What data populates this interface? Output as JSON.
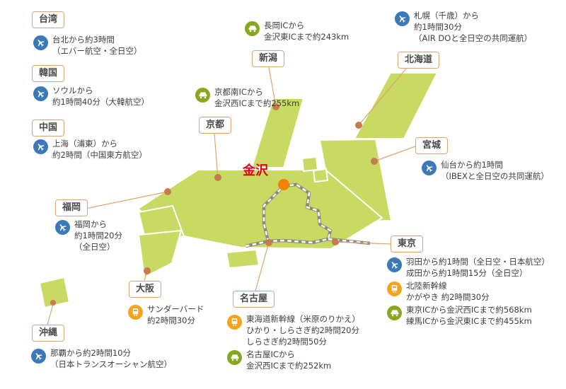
{
  "colors": {
    "land": "#c9da63",
    "box_border": "#dba56f",
    "connector": "#dba56f",
    "city_dot": "#c67c4e",
    "kanazawa_dot": "#f08300",
    "kanazawa_text": "#e50020",
    "plane_badge": "#3c79b8",
    "train_badge": "#f6a41c",
    "car_badge": "#86a71e",
    "text": "#3f3f3f"
  },
  "cities": {
    "taiwan": "台湾",
    "korea": "韓国",
    "china": "中国",
    "niigata": "新潟",
    "hokkaido": "北海道",
    "kyoto": "京都",
    "miyagi": "宮城",
    "fukuoka": "福岡",
    "tokyo": "東京",
    "osaka": "大阪",
    "nagoya": "名古屋",
    "okinawa": "沖縄",
    "kanazawa": "金沢"
  },
  "routes": {
    "taipei_air": {
      "icon": "plane-icon",
      "lines": [
        "台北から約3時間",
        "（エバー航空・全日空）"
      ]
    },
    "seoul_air": {
      "icon": "plane-icon",
      "lines": [
        "ソウルから",
        "約1時間40分（大韓航空）"
      ]
    },
    "shanghai_air": {
      "icon": "plane-icon",
      "lines": [
        "上海（浦東）から",
        "約2時間（中国東方航空）"
      ]
    },
    "nagaoka_car": {
      "icon": "car-icon",
      "lines": [
        "長岡ICから",
        "金沢東ICまで約243km"
      ]
    },
    "sapporo_air": {
      "icon": "plane-icon",
      "lines": [
        "札幌（千歳）から",
        "約1時間30分",
        "（AIR DOと全日空の共同運航）"
      ]
    },
    "kyoto_car": {
      "icon": "car-icon",
      "lines": [
        "京都南ICから",
        "金沢西ICまで約255km"
      ]
    },
    "sendai_air": {
      "icon": "plane-icon",
      "lines": [
        "仙台から約1時間",
        "（IBEXと全日空の共同運航）"
      ]
    },
    "fukuoka_air": {
      "icon": "plane-icon",
      "lines": [
        "福岡から",
        "約1時間20分",
        "（全日空）"
      ]
    },
    "tokyo_air": {
      "icon": "plane-icon",
      "lines": [
        "羽田から約1時間（全日空・日本航空）",
        "成田から約1時間15分（全日空）"
      ]
    },
    "tokyo_rail": {
      "icon": "train-icon",
      "lines": [
        "北陸新幹線",
        "かがやき 約2時間30分"
      ]
    },
    "tokyo_car": {
      "icon": "car-icon",
      "lines": [
        "東京ICから金沢西ICまで約568km",
        "練馬ICから金沢東ICまで約455km"
      ]
    },
    "osaka_rail": {
      "icon": "train-icon",
      "lines": [
        "サンダーバード",
        "約2時間30分"
      ]
    },
    "nagoya_rail": {
      "icon": "train-icon",
      "lines": [
        "東海道新幹線（米原のりかえ）",
        "ひかり・しらさぎ約2時間20分",
        "しらさぎ約2時間50分"
      ]
    },
    "nagoya_car": {
      "icon": "car-icon",
      "lines": [
        "名古屋ICから",
        "金沢西ICまで約252km"
      ]
    },
    "naha_air": {
      "icon": "plane-icon",
      "lines": [
        "那覇から約2時間10分",
        "（日本トランスオーシャン航空）"
      ]
    }
  }
}
